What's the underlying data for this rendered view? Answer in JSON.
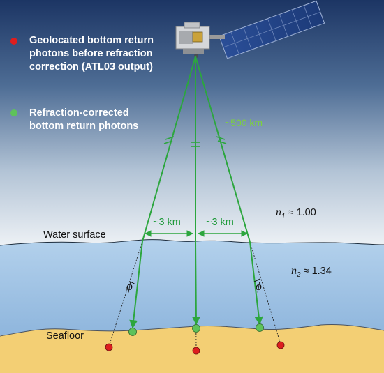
{
  "legend": {
    "red_label": "Geolocated bottom return photons before refraction correction (ATL03 output)",
    "green_label": "Refraction-corrected bottom return photons"
  },
  "labels": {
    "altitude": "~500 km",
    "spacing_left": "~3 km",
    "spacing_right": "~3 km",
    "water_surface": "Water surface",
    "seafloor": "Seafloor",
    "n1_symbol": "n",
    "n1_sub": "1",
    "n1_value": " ≈ 1.00",
    "n2_symbol": "n",
    "n2_sub": "2",
    "n2_value": " ≈ 1.34",
    "phi_left": "ϕ",
    "phi_right": "ϕ"
  },
  "colors": {
    "sky_top": "#1c3564",
    "sky_bottom": "#e9eef3",
    "water": "#a9c9e6",
    "sand": "#f3cf74",
    "beam_green": "#2ca63e",
    "photon_green": "#5ec25a",
    "photon_red": "#dd1e1e"
  },
  "icons": [
    "satellite-icon",
    "solar-panel-icon"
  ]
}
